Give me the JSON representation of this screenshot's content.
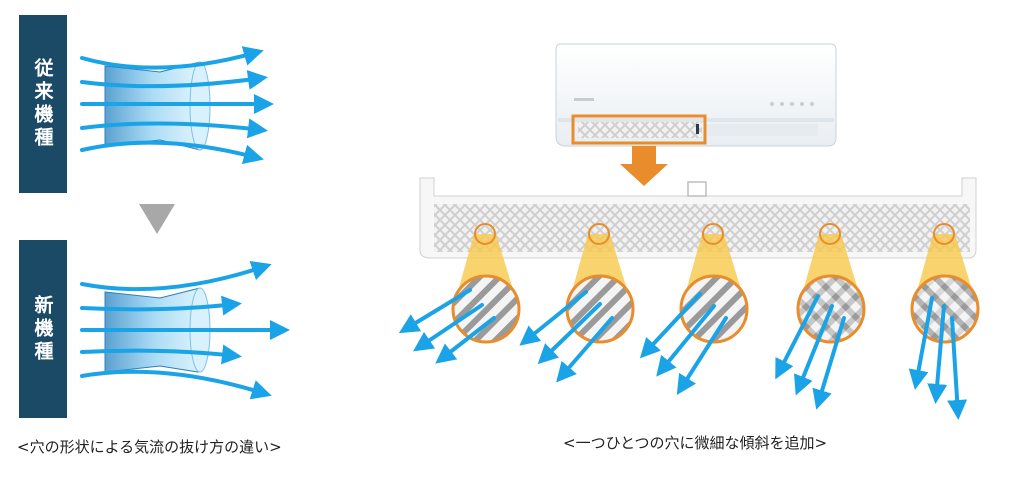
{
  "labels": {
    "old_model": "従来機種",
    "new_model": "新機種"
  },
  "captions": {
    "left": "<穴の形状による気流の抜け方の違い>",
    "right": "<一つひとつの穴に微細な傾斜を追加>"
  },
  "colors": {
    "label_bg": "#1b4a66",
    "arrow_blue": "#1aa3e6",
    "tube_blue": "#6fc0ec",
    "highlight_orange": "#e98c2b",
    "magnify_yellow": "#f7c84a",
    "down_triangle": "#a8a8a8"
  }
}
